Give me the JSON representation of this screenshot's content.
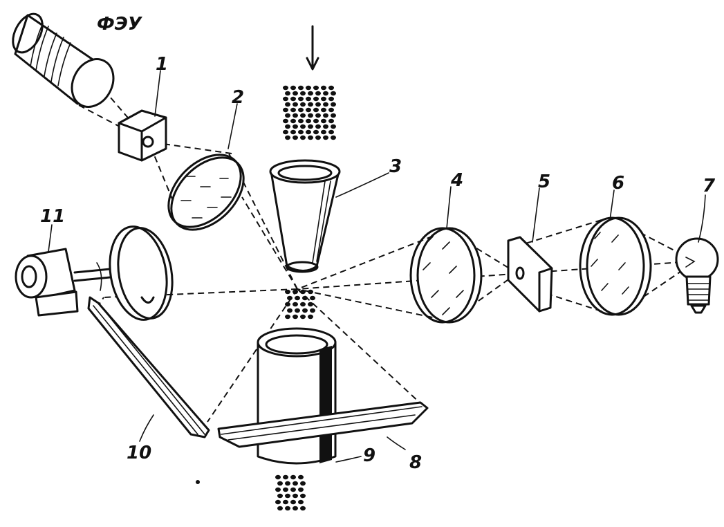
{
  "labels": {
    "pmt": "ФЭУ",
    "n1": "1",
    "n2": "2",
    "n3": "3",
    "n4": "4",
    "n5": "5",
    "n6": "6",
    "n7": "7",
    "n8": "8",
    "n9": "9",
    "n10": "10",
    "n11": "11"
  },
  "colors": {
    "ink": "#111111",
    "paper": "#ffffff"
  }
}
